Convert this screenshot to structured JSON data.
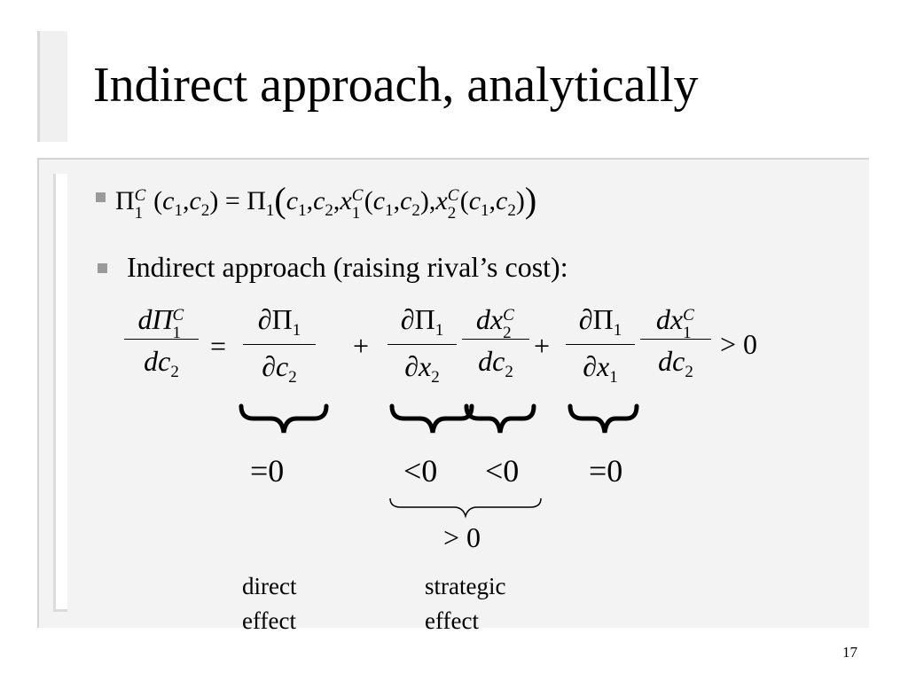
{
  "slide": {
    "title": "Indirect approach, analytically",
    "page_number": "17"
  },
  "bullet2": {
    "text": "Indirect approach (raising rival’s cost):"
  },
  "equation1": {
    "Pi": "Π",
    "c1": "c",
    "c2": "c",
    "x": "x",
    "sub1": "1",
    "sub2": "2",
    "supC": "C",
    "lp": "(",
    "rp": ")",
    "comma": ",",
    "eq": "="
  },
  "derivative": {
    "lhs_num": "dΠ",
    "lhs_den": "dc",
    "t1_num": "∂Π",
    "t1_den": "∂c",
    "t2a_num": "∂Π",
    "t2a_den": "∂x",
    "t2b_num": "dx",
    "t2b_den": "dc",
    "t3a_num": "∂Π",
    "t3a_den": "∂x",
    "t3b_num": "dx",
    "t3b_den": "dc",
    "sub1": "1",
    "sub2": "2",
    "supC": "C",
    "eq": "=",
    "plus": "+",
    "gt0": "> 0"
  },
  "conditions": {
    "c1": "=0",
    "c2": "<0",
    "c3": "<0",
    "c4": "=0",
    "combined": "> 0"
  },
  "labels": {
    "direct_line1": "direct",
    "direct_line2": "effect",
    "strategic_line1": "strategic",
    "strategic_line2": "effect"
  }
}
